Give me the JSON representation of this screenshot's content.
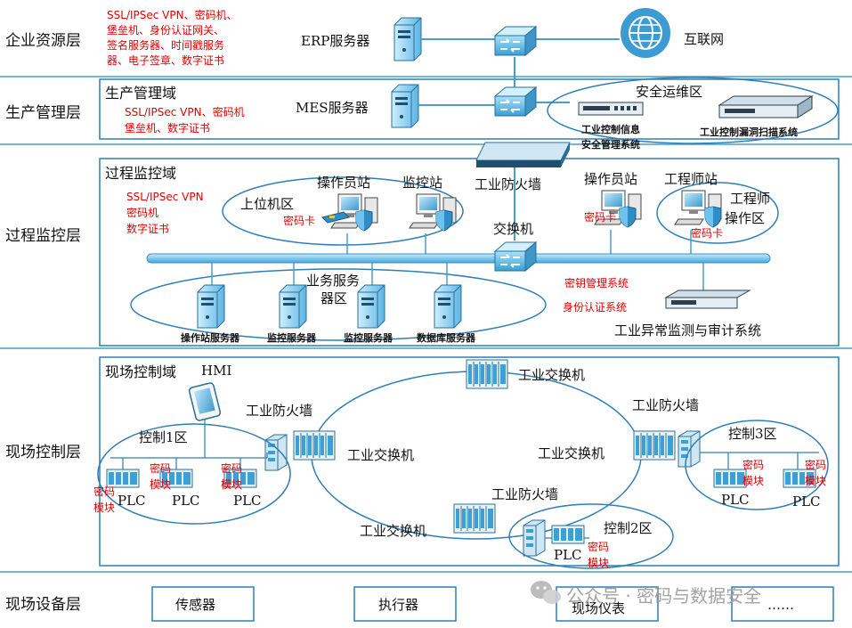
{
  "layers": {
    "enterprise": "企业资源层",
    "production": "生产管理层",
    "process": "过程监控层",
    "field_control": "现场控制层",
    "field_device": "现场设备层"
  },
  "enterprise": {
    "crypto_lines": [
      "SSL/IPSec VPN、密码机、",
      "堡垒机、身份认证网关、",
      "签名服务器、时间戳服务",
      "器、电子签章、数字证书"
    ],
    "erp": "ERP服务器",
    "internet": "互联网"
  },
  "production": {
    "domain": "生产管理域",
    "crypto_lines": [
      "SSL/IPSec VPN、密码机",
      "堡垒机、数字证书"
    ],
    "mes": "MES服务器",
    "secops_zone": "安全运维区",
    "ics_info_line1": "工业控制信息",
    "ics_info_line2": "安全管理系统",
    "vuln_scan": "工业控制漏洞扫描系统"
  },
  "process": {
    "domain": "过程监控域",
    "crypto_lines": [
      "SSL/IPSec VPN",
      "密码机",
      "数字证书"
    ],
    "firewall": "工业防火墙",
    "upper_zone": "上位机区",
    "operator_station_1": "操作员站",
    "monitor_station": "监控站",
    "crypto_card_1": "密码卡",
    "switch": "交换机",
    "operator_station_2": "操作员站",
    "engineer_station": "工程师站",
    "eng_zone_line1": "工程师",
    "eng_zone_line2": "操作区",
    "crypto_card_2": "密码卡",
    "crypto_card_3": "密码卡",
    "biz_zone_line1": "业务服务",
    "biz_zone_line2": "器区",
    "key_mgmt": "密钥管理系统",
    "auth_system": "身份认证系统",
    "anomaly": "工业异常监测与审计系统",
    "servers": [
      "操作站服务器",
      "监控服务器",
      "监控服务器",
      "数据库服务器"
    ]
  },
  "field_control": {
    "domain": "现场控制域",
    "hmi": "HMI",
    "firewall_left": "工业防火墙",
    "firewall_right": "工业防火墙",
    "firewall_bottom": "工业防火墙",
    "switch_top": "工业交换机",
    "switch_left": "工业交换机",
    "switch_right": "工业交换机",
    "switch_bottom": "工业交换机",
    "zone1": "控制1区",
    "zone2": "控制2区",
    "zone3": "控制3区",
    "plc": "PLC",
    "crypto_module_line1": "密码",
    "crypto_module_line2": "模块"
  },
  "field_device": {
    "items": [
      "传感器",
      "执行器",
      "现场仪表",
      "……"
    ]
  },
  "watermark": "公众号 · 密码与数据安全",
  "colors": {
    "line": "#4a9fc8",
    "zone_stroke": "#2f7fb5",
    "bus": "#8fd3f4",
    "crypto_text": "#e00000"
  }
}
